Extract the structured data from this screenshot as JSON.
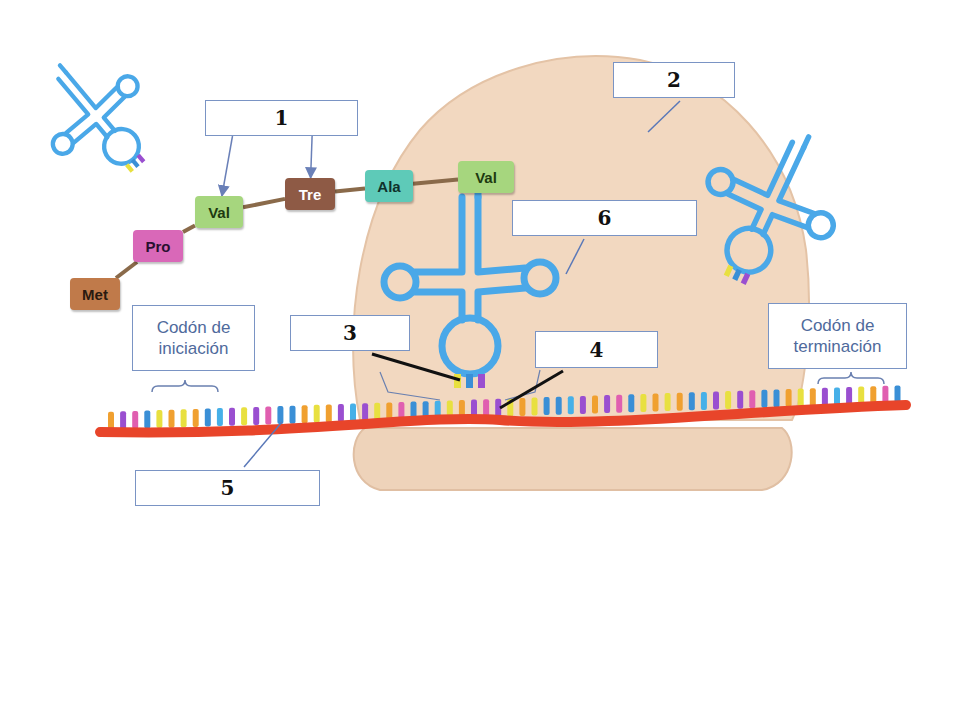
{
  "diagram": {
    "nodes": [
      {
        "text": [
          "1"
        ]
      },
      {
        "text": [
          "2"
        ]
      },
      {
        "text": [
          "Met"
        ]
      },
      {
        "text": [
          "Pro"
        ]
      },
      {
        "text": [
          "Val"
        ]
      },
      {
        "text": [
          "Tre"
        ]
      },
      {
        "text": [
          "Ala"
        ]
      },
      {
        "text": [
          "Val"
        ]
      },
      {
        "text": [
          "6"
        ]
      },
      {
        "text": [
          "3"
        ]
      },
      {
        "text": [
          "4"
        ]
      },
      {
        "text": [
          "Codón de iniciación"
        ]
      },
      {
        "text": [
          "Codón de terminación"
        ]
      },
      {
        "text": [
          "5"
        ]
      }
    ],
    "edges": [
      {
        "from": 2,
        "to": 3,
        "arrow": "none"
      },
      {
        "from": 3,
        "to": 4,
        "arrow": "none"
      },
      {
        "from": 4,
        "to": 5,
        "arrow": "none"
      },
      {
        "from": 5,
        "to": 6,
        "arrow": "none"
      },
      {
        "from": 6,
        "to": 7,
        "arrow": "none"
      },
      {
        "from": 0,
        "to": 4,
        "arrow": "to"
      },
      {
        "from": 0,
        "to": 5,
        "arrow": "to"
      }
    ]
  }
}
